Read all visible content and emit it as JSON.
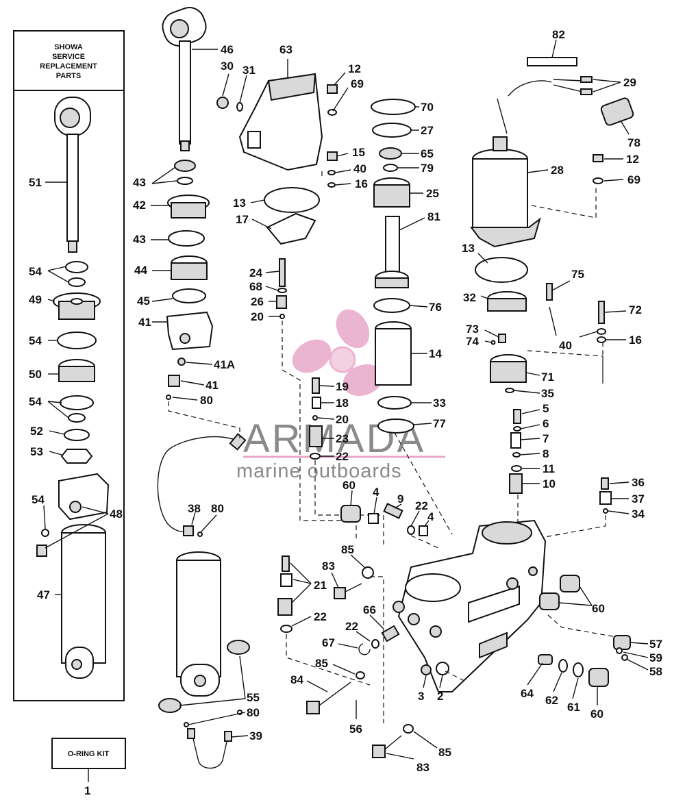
{
  "kit_box": {
    "lines": [
      "SHOWA",
      "SERVICE",
      "REPLACEMENT",
      "PARTS"
    ]
  },
  "oring_kit": {
    "label": "O-RING KIT",
    "number": "1"
  },
  "watermark": {
    "brand": "ARMADA",
    "tagline": "marine outboards",
    "accent_color": "#e8a7c9"
  },
  "callouts": {
    "c51": "51",
    "c54a": "54",
    "c49": "49",
    "c54b": "54",
    "c50": "50",
    "c54c": "54",
    "c52": "52",
    "c53": "53",
    "c54d": "54",
    "c48": "48",
    "c47": "47",
    "c46": "46",
    "c30": "30",
    "c31": "31",
    "c43a": "43",
    "c42": "42",
    "c43b": "43",
    "c44": "44",
    "c45": "45",
    "c41a": "41",
    "c41A": "41A",
    "c41b": "41",
    "c80a": "80",
    "c38": "38",
    "c80b": "80",
    "c55": "55",
    "c80c": "80",
    "c39": "39",
    "c63": "63",
    "c12a": "12",
    "c69a": "69",
    "c15": "15",
    "c40a": "40",
    "c16a": "16",
    "c13a": "13",
    "c17": "17",
    "c24": "24",
    "c68": "68",
    "c26": "26",
    "c20a": "20",
    "c19": "19",
    "c18": "18",
    "c20b": "20",
    "c23": "23",
    "c22a": "22",
    "c70": "70",
    "c27": "27",
    "c65": "65",
    "c79": "79",
    "c25": "25",
    "c81": "81",
    "c76": "76",
    "c14": "14",
    "c33": "33",
    "c77": "77",
    "c82": "82",
    "c29": "29",
    "c78": "78",
    "c28": "28",
    "c12b": "12",
    "c69b": "69",
    "c13b": "13",
    "c75": "75",
    "c32": "32",
    "c72": "72",
    "c73": "73",
    "c74": "74",
    "c40b": "40",
    "c16b": "16",
    "c71": "71",
    "c35": "35",
    "c5": "5",
    "c6": "6",
    "c7": "7",
    "c8": "8",
    "c11": "11",
    "c10": "10",
    "c36": "36",
    "c37": "37",
    "c34": "34",
    "c60a": "60",
    "c4a": "4",
    "c9": "9",
    "c22b": "22",
    "c4b": "4",
    "c85a": "85",
    "c83a": "83",
    "c21": "21",
    "c22c": "22",
    "c66": "66",
    "c22d": "22",
    "c67": "67",
    "c85b": "85",
    "c84": "84",
    "c56": "56",
    "c3": "3",
    "c2": "2",
    "c60b": "60",
    "c57": "57",
    "c59": "59",
    "c58": "58",
    "c64": "64",
    "c62": "62",
    "c61": "61",
    "c60c": "60",
    "c85c": "85",
    "c83b": "83"
  }
}
